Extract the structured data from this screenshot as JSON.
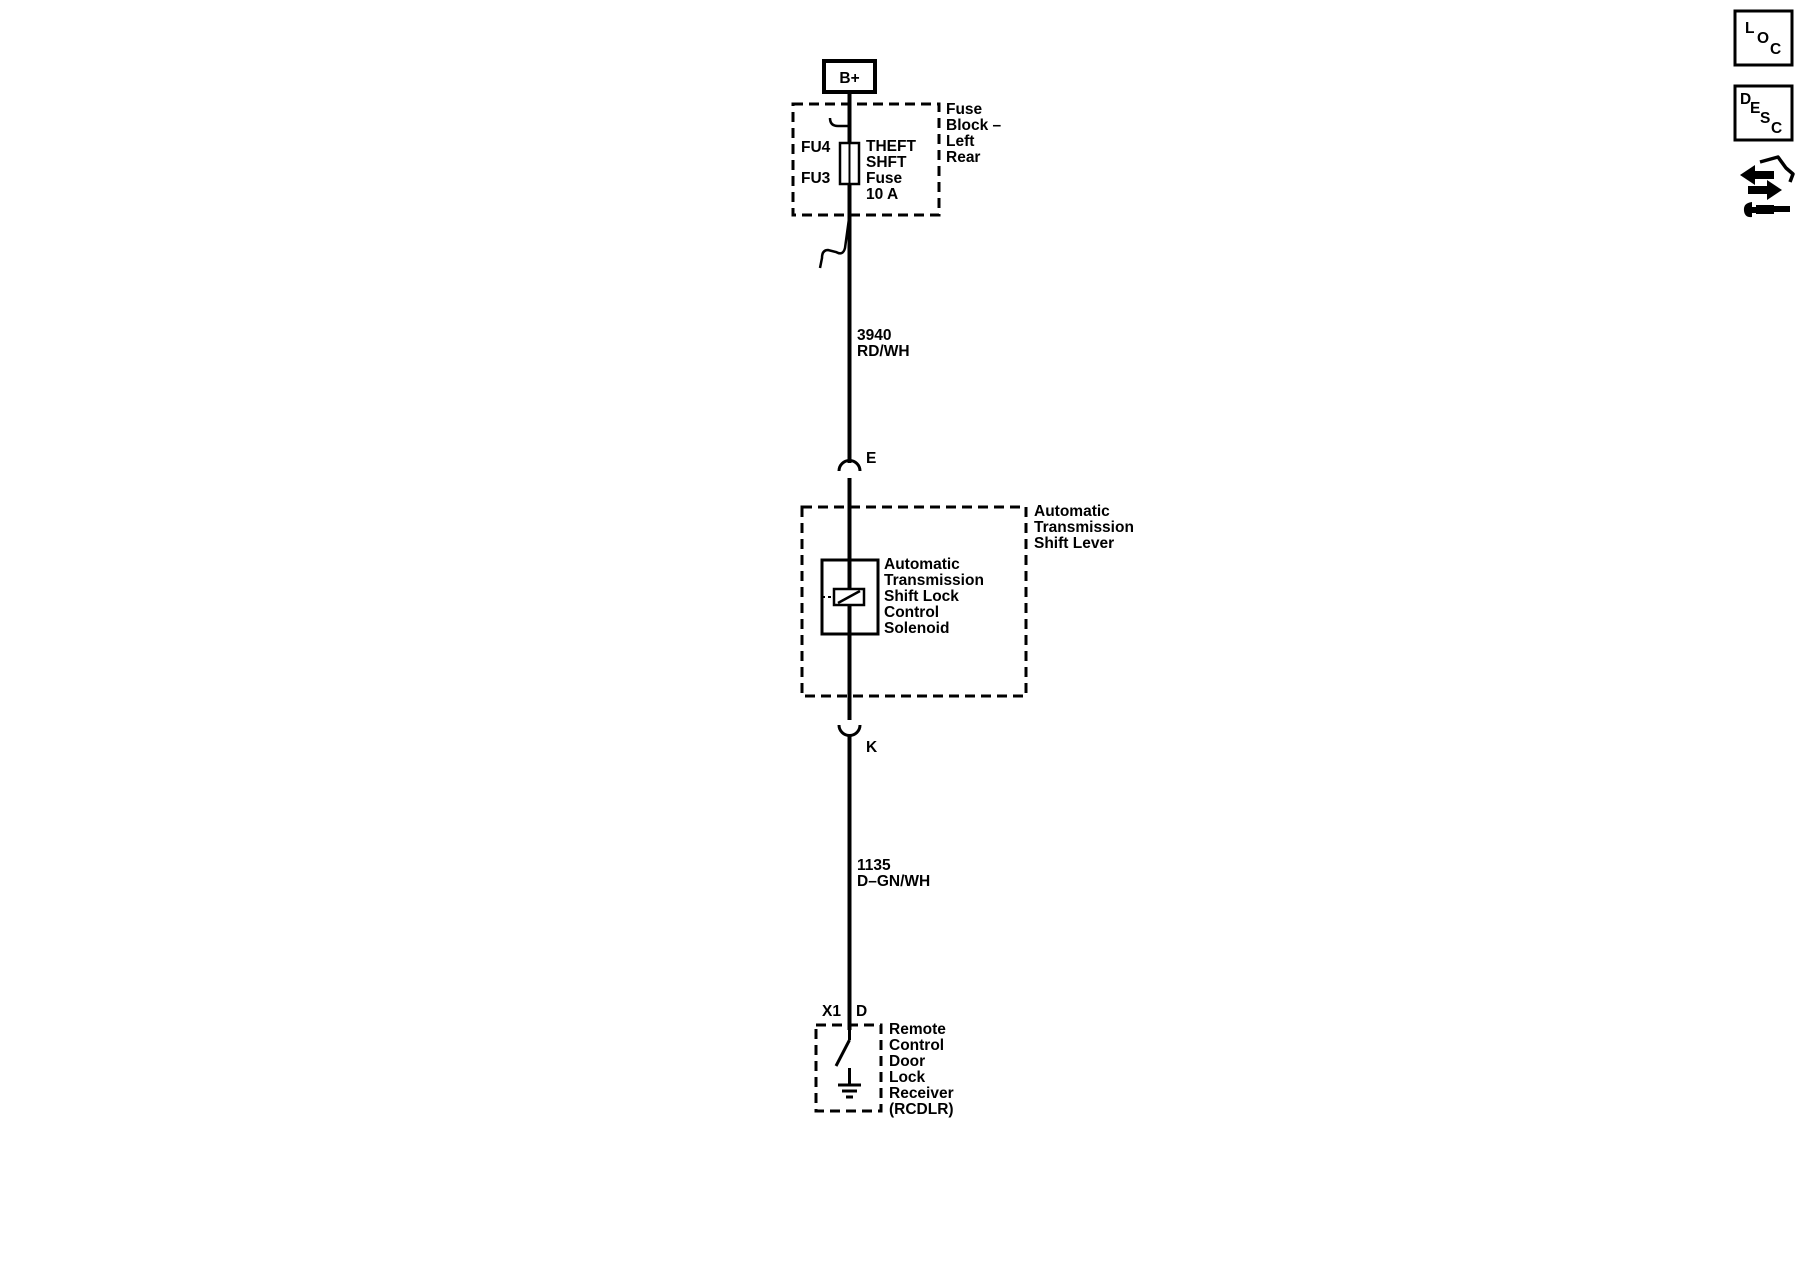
{
  "power_source": {
    "label": "B+"
  },
  "fuse_block": {
    "name_lines": [
      "Fuse",
      "Block –",
      "Left",
      "Rear"
    ],
    "fuse_lines": [
      "THEFT",
      "SHFT",
      "Fuse",
      "10 A"
    ],
    "terminal_in": "FU4",
    "terminal_out": "FU3"
  },
  "wire_1": {
    "circuit": "3940",
    "color": "RD/WH"
  },
  "connector_top": {
    "pin": "E"
  },
  "shift_lever": {
    "name_lines": [
      "Automatic",
      "Transmission",
      "Shift Lever"
    ],
    "solenoid_lines": [
      "Automatic",
      "Transmission",
      "Shift Lock",
      "Control",
      "Solenoid"
    ]
  },
  "connector_bottom": {
    "pin": "K"
  },
  "wire_2": {
    "circuit": "1135",
    "color": "D–GN/WH"
  },
  "receiver": {
    "connector": "X1",
    "pin": "D",
    "name_lines": [
      "Remote",
      "Control",
      "Door",
      "Lock",
      "Receiver",
      "(RCDLR)"
    ]
  },
  "side_icons": [
    {
      "name": "loc",
      "letters": [
        "L",
        "O",
        "C"
      ]
    },
    {
      "name": "desc",
      "letters": [
        "D",
        "E",
        "S",
        "C"
      ]
    },
    {
      "name": "repair",
      "icon": "arrow-wrench-icon"
    }
  ]
}
